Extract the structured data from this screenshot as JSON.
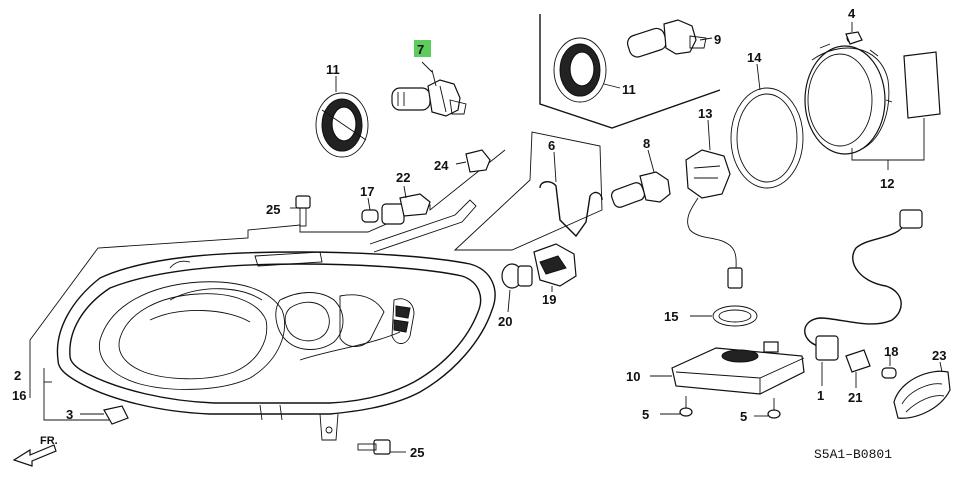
{
  "diagram": {
    "catalog_code": "S5A1–B0801",
    "direction_label": "FR.",
    "highlight_color": "#5ecb5e",
    "callouts": [
      {
        "id": "c1",
        "text": "1"
      },
      {
        "id": "c2",
        "text": "2"
      },
      {
        "id": "c16",
        "text": "16"
      },
      {
        "id": "c3",
        "text": "3"
      },
      {
        "id": "c4",
        "text": "4"
      },
      {
        "id": "c5a",
        "text": "5"
      },
      {
        "id": "c5b",
        "text": "5"
      },
      {
        "id": "c6",
        "text": "6"
      },
      {
        "id": "c7",
        "text": "7",
        "highlighted": true
      },
      {
        "id": "c8",
        "text": "8"
      },
      {
        "id": "c9",
        "text": "9"
      },
      {
        "id": "c10",
        "text": "10"
      },
      {
        "id": "c11a",
        "text": "11"
      },
      {
        "id": "c11b",
        "text": "11"
      },
      {
        "id": "c12",
        "text": "12"
      },
      {
        "id": "c13",
        "text": "13"
      },
      {
        "id": "c14",
        "text": "14"
      },
      {
        "id": "c15",
        "text": "15"
      },
      {
        "id": "c17",
        "text": "17"
      },
      {
        "id": "c18",
        "text": "18"
      },
      {
        "id": "c19",
        "text": "19"
      },
      {
        "id": "c20",
        "text": "20"
      },
      {
        "id": "c21",
        "text": "21"
      },
      {
        "id": "c22",
        "text": "22"
      },
      {
        "id": "c23",
        "text": "23"
      },
      {
        "id": "c24",
        "text": "24"
      },
      {
        "id": "c25a",
        "text": "25"
      },
      {
        "id": "c25b",
        "text": "25"
      }
    ]
  }
}
